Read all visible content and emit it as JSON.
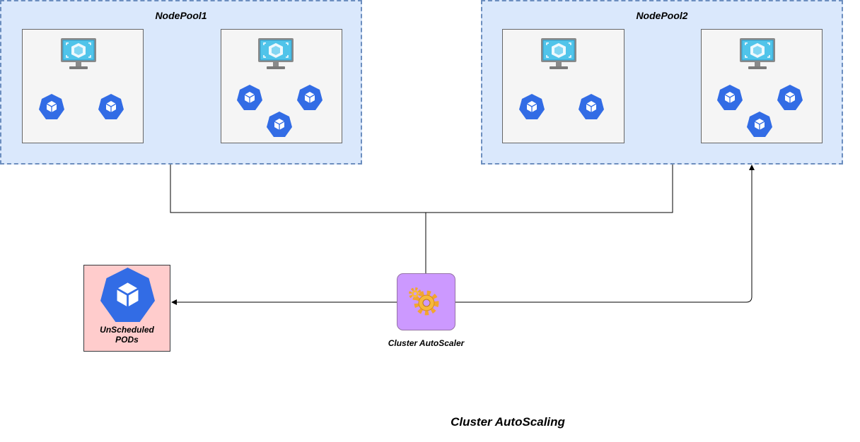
{
  "diagram": {
    "title": "Cluster AutoScaling",
    "node_pools": [
      {
        "label": "NodePool1"
      },
      {
        "label": "NodePool2"
      }
    ],
    "unscheduled_pods_label_line1": "UnScheduled",
    "unscheduled_pods_label_line2": "PODs",
    "autoscaler_label": "Cluster AutoScaler",
    "icons": {
      "vm": "virtual-machine-icon",
      "pod": "kubernetes-pod-icon",
      "autoscaler": "gear-icon"
    },
    "colors": {
      "pool_fill": "#dae8fc",
      "pool_border": "#6c8ebf",
      "node_fill": "#f5f5f5",
      "pod_blue": "#326ce5",
      "unscheduled_fill": "#ffcccc",
      "autoscaler_fill": "#cc99ff"
    }
  }
}
